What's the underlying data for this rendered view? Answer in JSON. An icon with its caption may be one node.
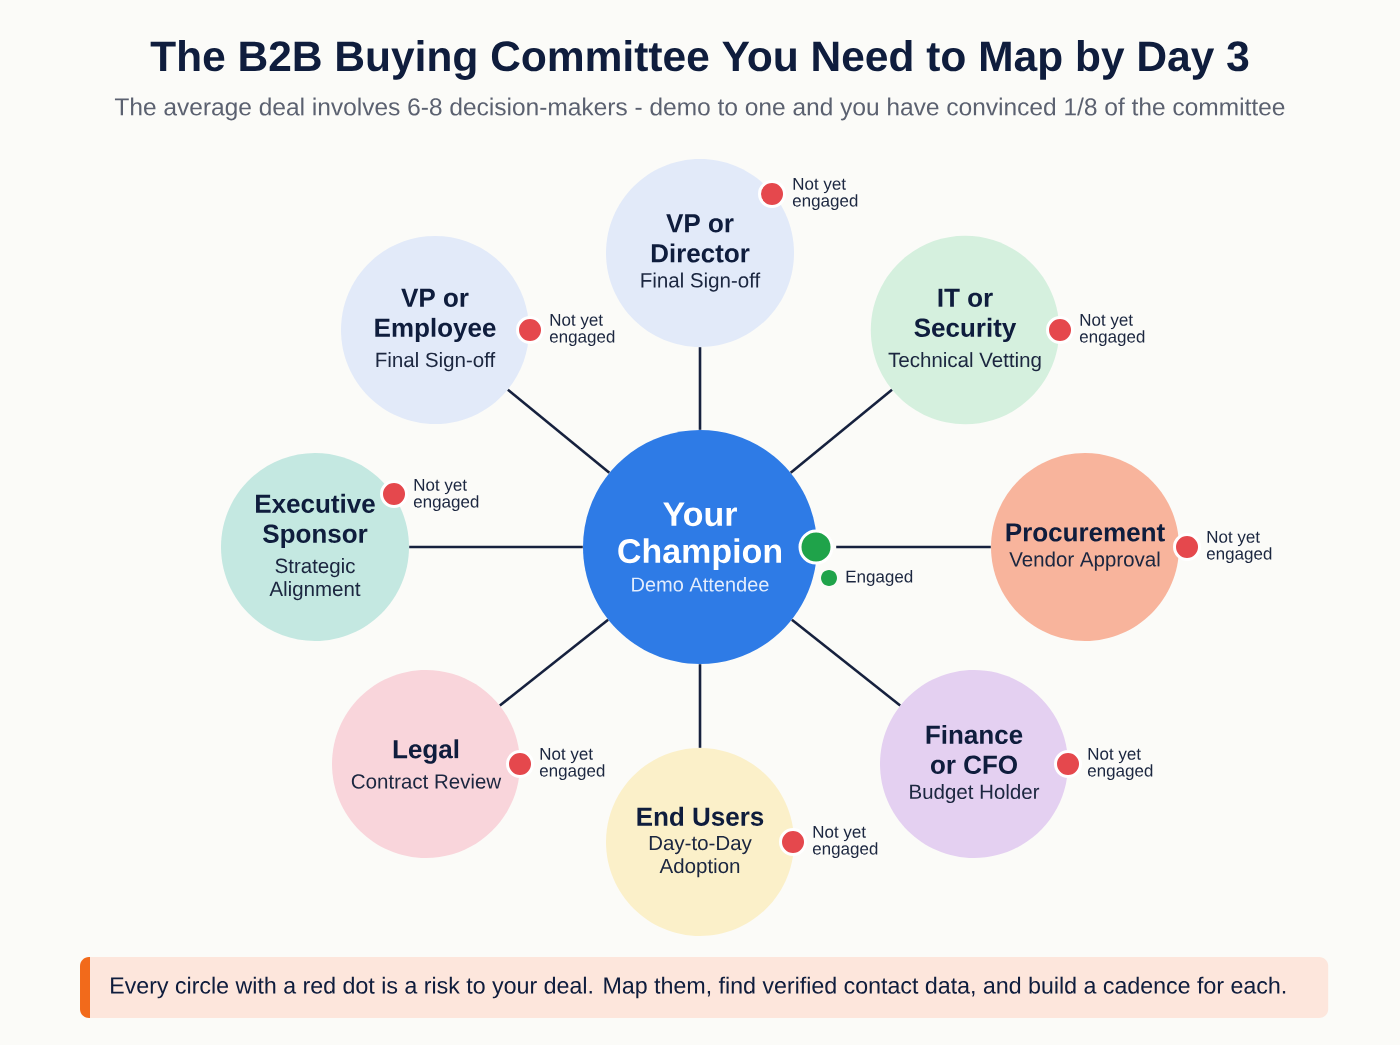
{
  "diagram": {
    "title": "The B2B Buying Committee You Need to Map by Day 3",
    "nodes": [
      {
        "text": [
          "VP or Director",
          "Final Sign-off"
        ],
        "beside": [
          "Not yet engaged"
        ]
      },
      {
        "text": [
          "VP or Employee",
          "Final Sign-off"
        ]
      },
      {
        "text": [
          "IT or Security",
          "Technical Vetting"
        ],
        "beside": [
          "Not yet engaged"
        ]
      },
      {
        "text": [
          "Executive Sponsor",
          "Strategic Alignment"
        ],
        "beside": [
          "Not yet engaged"
        ]
      },
      {
        "text": [
          "Your Champion",
          "Demo Attendee"
        ],
        "beside": [
          "Engaged"
        ]
      },
      {
        "text": [
          "Procurement",
          "Vendor Approval"
        ],
        "beside": [
          "Not yet engaged"
        ]
      },
      {
        "text": [
          "Legal",
          "Contract Review"
        ]
      },
      {
        "text": [
          "Finance or CFO",
          "Budget Holder"
        ],
        "beside": [
          "Not yet engaged"
        ]
      },
      {
        "text": [
          "End Users",
          "Day-to-Day Adoption"
        ]
      },
      {
        "text": [
          "Every circle with a red dot is a risk to your deal. Map them, find verified contact data, and build a cadence for each."
        ]
      }
    ],
    "edges": [
      {
        "from": 4,
        "to": 0,
        "arrow": "none"
      },
      {
        "from": 4,
        "to": 1,
        "arrow": "none"
      },
      {
        "from": 4,
        "to": 2,
        "arrow": "none"
      },
      {
        "from": 4,
        "to": 3,
        "arrow": "none"
      },
      {
        "from": 4,
        "to": 5,
        "arrow": "none"
      },
      {
        "from": 4,
        "to": 6,
        "arrow": "none"
      },
      {
        "from": 4,
        "to": 7,
        "arrow": "none"
      },
      {
        "from": 4,
        "to": 8,
        "arrow": "none"
      }
    ],
    "labels": [
      "The average deal involves 6-8 decision-makers - demo to one and you have convinced 1/8 of the committee",
      "Not yet engaged",
      "Not yet engaged",
      "Not yet engaged"
    ]
  }
}
